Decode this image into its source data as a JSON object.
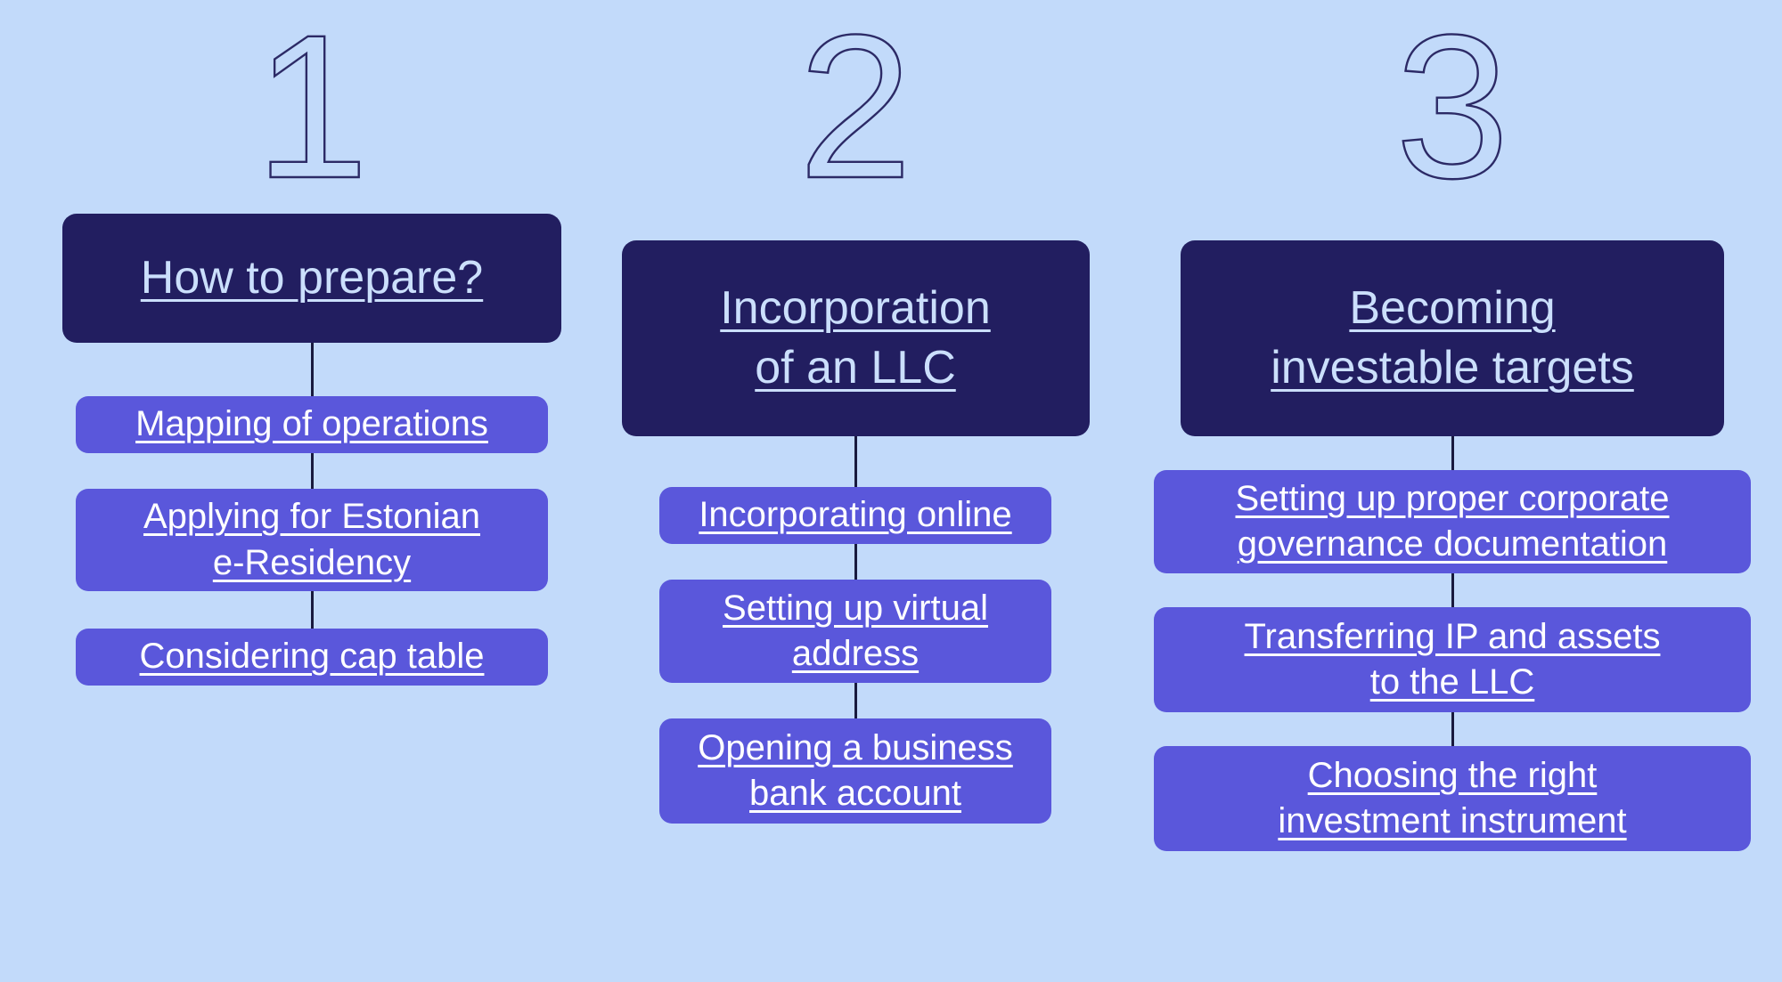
{
  "palette": {
    "background": "#c2dafa",
    "header_box": "#221e60",
    "header_text": "#cbdffc",
    "sub_box": "#5a57db",
    "sub_text": "#ffffff",
    "connector": "#191a3e",
    "number_outline": "#2c2a66"
  },
  "columns": [
    {
      "step_number": "1",
      "header": "How to prepare?",
      "items": [
        "Mapping of operations",
        "Applying for Estonian\ne-Residency",
        "Considering cap table"
      ]
    },
    {
      "step_number": "2",
      "header": "Incorporation\nof an LLC",
      "items": [
        "Incorporating online",
        "Setting up virtual\naddress",
        "Opening a business \nbank account"
      ]
    },
    {
      "step_number": "3",
      "header": "Becoming\ninvestable targets",
      "items": [
        "Setting up proper corporate\ngovernance documentation",
        "Transferring IP and assets\nto the LLC",
        "Choosing the right\ninvestment instrument"
      ]
    }
  ]
}
